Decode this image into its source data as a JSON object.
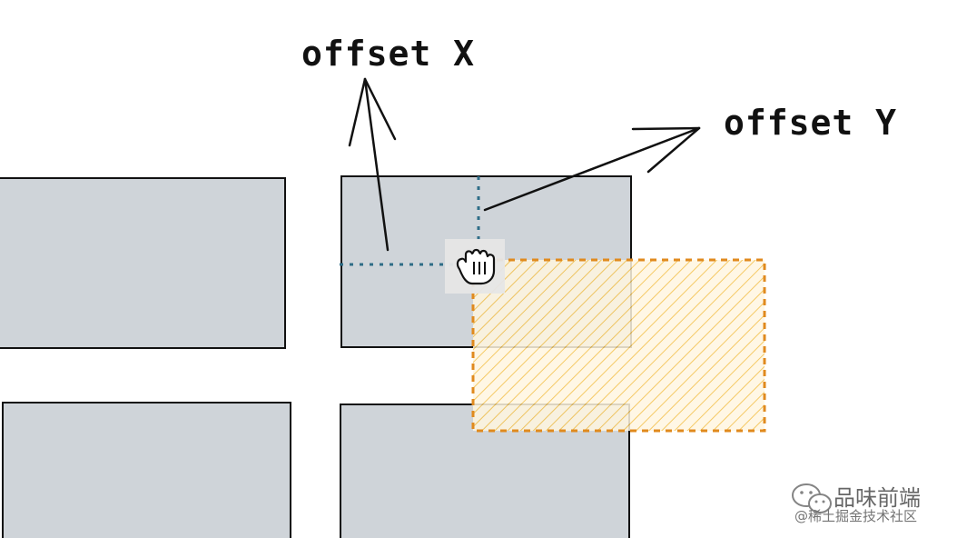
{
  "labels": {
    "offset_x": "offset X",
    "offset_y": "offset Y"
  },
  "watermark": {
    "name": "品味前端",
    "source": "@稀土掘金技术社区",
    "icon": "wechat-icon"
  },
  "cursor": {
    "icon": "grab-hand-icon"
  },
  "colors": {
    "card_fill": "#cfd4d9",
    "card_stroke": "#111111",
    "guide_line": "#2f6d87",
    "ghost_stroke": "#e08a1e",
    "ghost_hatch": "#f3c04a",
    "ink": "#111111",
    "cursor_bg": "#e6e6e6"
  }
}
